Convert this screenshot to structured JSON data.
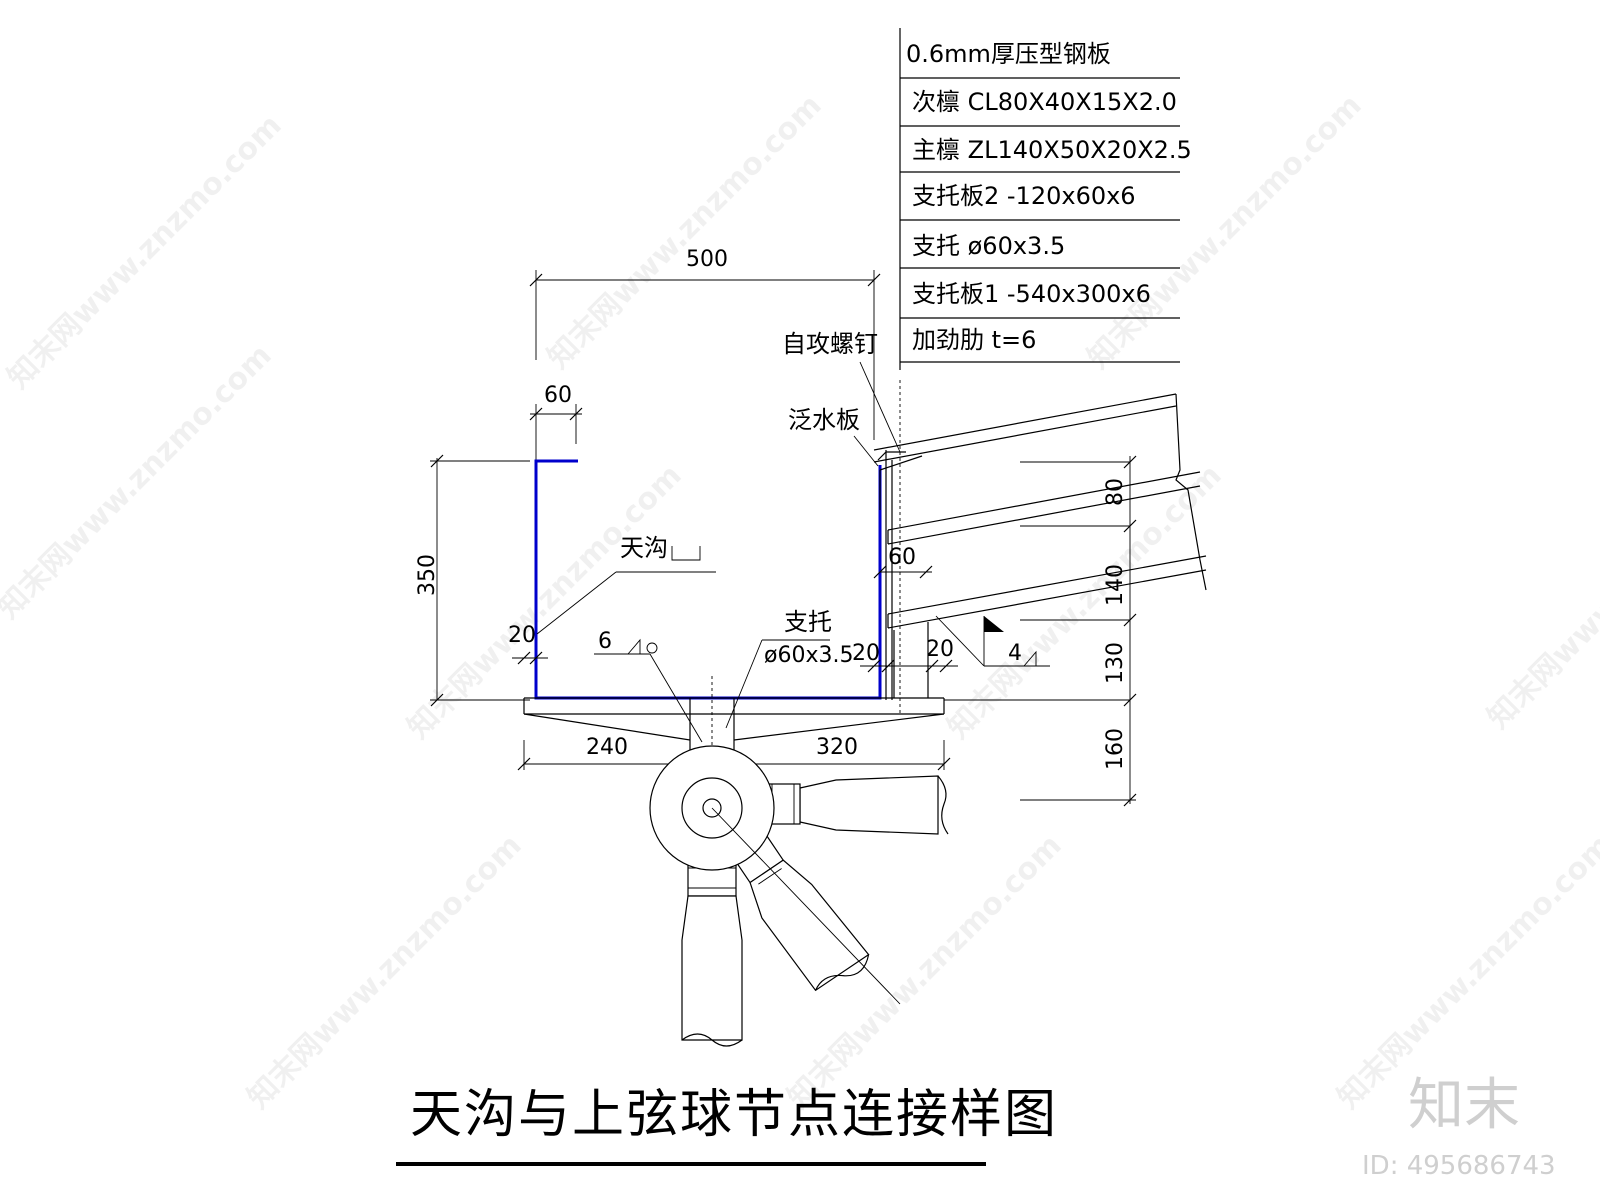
{
  "title": "天沟与上弦球节点连接样图",
  "legend": [
    "0.6mm厚压型钢板",
    "次檩 CL80X40X15X2.0",
    "主檩 ZL140X50X20X2.5",
    "支托板2 -120x60x6",
    "支托 ø60x3.5",
    "支托板1 -540x300x6",
    "加劲肋 t=6"
  ],
  "labels": {
    "self_tapping_screw": "自攻螺钉",
    "flashing": "泛水板",
    "gutter": "天沟",
    "support": "支托",
    "support_spec": "ø60x3.5",
    "weld_left": "6",
    "weld_right": "4"
  },
  "dimensions": {
    "top_width": "500",
    "lip": "60",
    "gutter_height": "350",
    "wall_left": "20",
    "wall_mid": "20",
    "wall_right": "20",
    "inner_60": "60",
    "plate_left": "240",
    "plate_right": "320",
    "right_80": "80",
    "right_140": "140",
    "right_130": "130",
    "right_160": "160"
  },
  "watermark": {
    "text": "知末网www.znzmo.com",
    "brand": "知末",
    "id": "ID: 495686743"
  }
}
